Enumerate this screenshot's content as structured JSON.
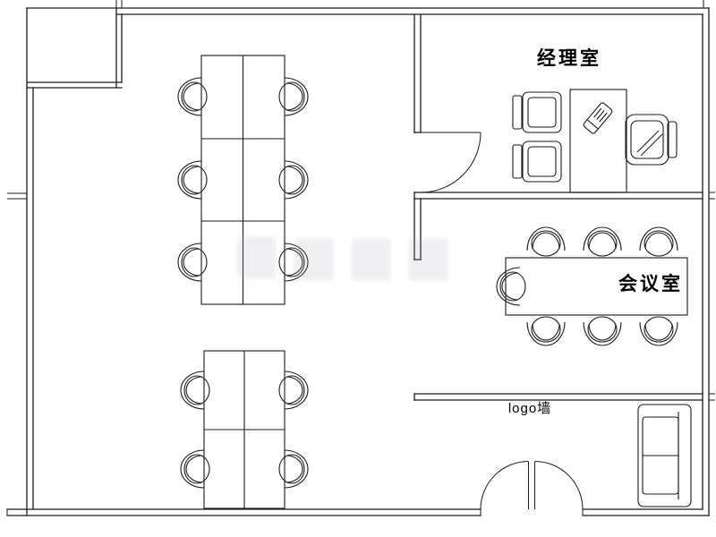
{
  "colors": {
    "line": "#1a1a1a",
    "background": "#ffffff",
    "watermark": "#a9adb3"
  },
  "labels": {
    "manager_office": "经理室",
    "meeting_room": "会议室",
    "logo_wall": "logo墙"
  },
  "rooms": [
    {
      "id": "manager-office",
      "label": "经理室"
    },
    {
      "id": "meeting-room",
      "label": "会议室"
    },
    {
      "id": "open-office",
      "label": ""
    }
  ],
  "furniture_counts": {
    "open_office_desks_top_cluster": 6,
    "open_office_chairs_top_cluster": 6,
    "open_office_desks_bottom_cluster": 4,
    "open_office_chairs_bottom_cluster": 4,
    "meeting_room_chairs": 7,
    "manager_guest_chairs": 2,
    "manager_executive_chairs": 1,
    "sofas": 1,
    "entrance_door_leaves": 2
  }
}
